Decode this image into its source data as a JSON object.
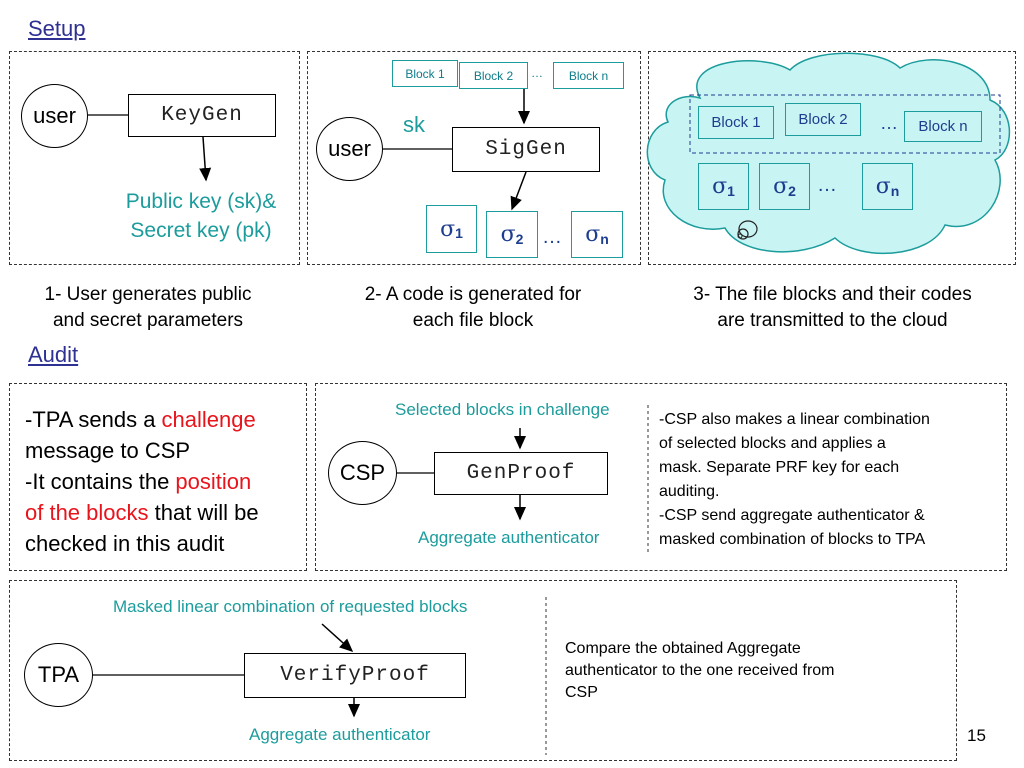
{
  "setup": {
    "title": "Setup",
    "step1": {
      "actor": "user",
      "function": "KeyGen",
      "output_line1": "Public key (sk)&",
      "output_line2": "Secret key (pk)",
      "caption_line1": "1- User generates public",
      "caption_line2": "and secret parameters"
    },
    "step2": {
      "actor": "user",
      "function": "SigGen",
      "key_label": "sk",
      "blocks": [
        "Block 1",
        "Block 2",
        "…",
        "Block n"
      ],
      "sigma_symbol": "σ",
      "sigma_subs": [
        "1",
        "2",
        "n"
      ],
      "ellipsis": "…",
      "caption_line1": "2- A code is generated for",
      "caption_line2": "each file block"
    },
    "step3": {
      "blocks": [
        "Block 1",
        "Block 2",
        "…",
        "Block n"
      ],
      "sigma_symbol": "σ",
      "sigma_subs": [
        "1",
        "2",
        "n"
      ],
      "ellipsis": "…",
      "caption_line1": "3- The file blocks and their codes",
      "caption_line2": "are transmitted to the cloud"
    }
  },
  "audit": {
    "title": "Audit",
    "challenge_text": {
      "p1a": "-TPA sends a ",
      "p1b": "challenge",
      "p1c": "message to CSP",
      "p2a": "-It contains the ",
      "p2b": "position",
      "p2c": "of the blocks",
      "p2d": " that will be",
      "p2e": "checked in this audit"
    },
    "genproof": {
      "actor": "CSP",
      "function": "GenProof",
      "input_label": "Selected blocks in challenge",
      "output_label": "Aggregate authenticator",
      "note_lines": [
        "-CSP also makes a linear combination",
        "of selected blocks and applies a",
        "mask. Separate PRF key for each",
        "auditing.",
        "-CSP send aggregate authenticator &",
        "masked combination of blocks to TPA"
      ]
    },
    "verify": {
      "actor": "TPA",
      "function": "VerifyProof",
      "input_label": "Masked linear combination of requested blocks",
      "output_label": "Aggregate authenticator",
      "note_lines": [
        "Compare the obtained Aggregate",
        "authenticator to the one received from",
        "CSP"
      ]
    }
  },
  "page_number": "15"
}
